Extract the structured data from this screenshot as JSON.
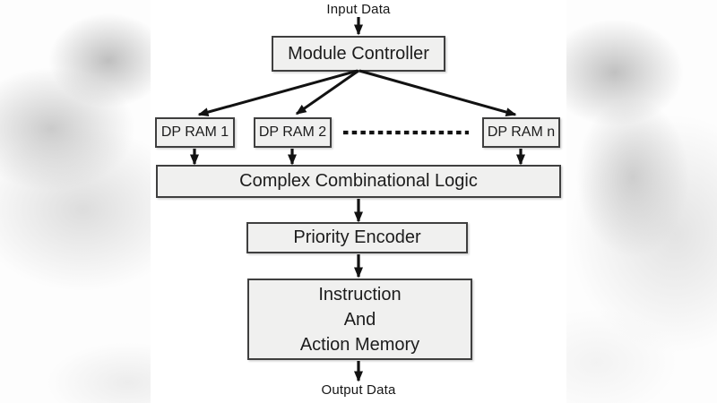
{
  "diagram": {
    "input_label": "Input Data",
    "output_label": "Output Data",
    "nodes": {
      "module_controller": {
        "label": "Module Controller"
      },
      "dp_ram_1": {
        "label": "DP RAM 1"
      },
      "dp_ram_2": {
        "label": "DP RAM 2"
      },
      "dp_ram_n": {
        "label": "DP RAM n"
      },
      "complex_combinational_logic": {
        "label": "Complex Combinational Logic"
      },
      "priority_encoder": {
        "label": "Priority Encoder"
      },
      "instruction_action_memory": {
        "lines": [
          "Instruction",
          "And",
          "Action Memory"
        ]
      }
    },
    "edges": [
      {
        "from": "input-data",
        "to": "module-controller"
      },
      {
        "from": "module-controller",
        "to": "dp-ram-1"
      },
      {
        "from": "module-controller",
        "to": "dp-ram-2"
      },
      {
        "from": "module-controller",
        "to": "dp-ram-n"
      },
      {
        "from": "dp-ram-1",
        "to": "complex-combinational-logic"
      },
      {
        "from": "dp-ram-2",
        "to": "complex-combinational-logic"
      },
      {
        "from": "dp-ram-n",
        "to": "complex-combinational-logic"
      },
      {
        "from": "complex-combinational-logic",
        "to": "priority-encoder"
      },
      {
        "from": "priority-encoder",
        "to": "instruction-action-memory"
      },
      {
        "from": "instruction-action-memory",
        "to": "output-data"
      }
    ],
    "ellipsis_between": [
      "dp-ram-2",
      "dp-ram-n"
    ],
    "colors": {
      "ink": "#1c1c1c",
      "wire": "#121212",
      "box_fill": "#f0f0ef",
      "box_border": "#3f3f3f",
      "panel_bg": "#ffffff",
      "backdrop_gray": "#c0c0c0"
    }
  }
}
